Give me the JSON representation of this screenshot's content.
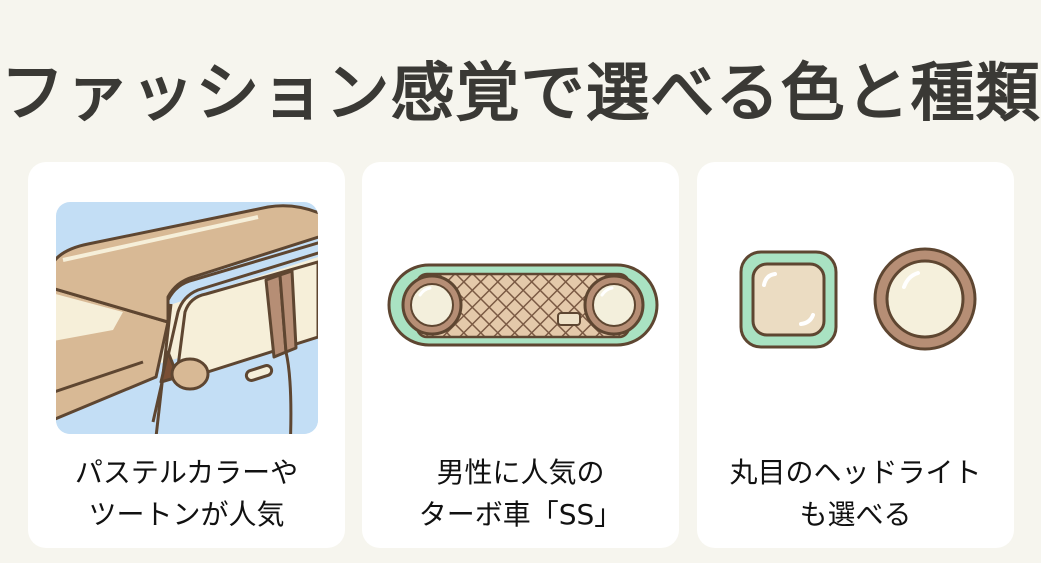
{
  "title": "ファッション感覚で選べる色と種類",
  "colors": {
    "background": "#f6f5ee",
    "card": "#ffffff",
    "title_text": "#3a3935",
    "outline_brown": "#5e4631",
    "roof_tan": "#d8b995",
    "cream": "#f6efd9",
    "sky_blue": "#c3def5",
    "mint": "#a9e2c2",
    "pillar_brown": "#b68e75"
  },
  "cards": [
    {
      "illustration": "pastel-two-tone-car-icon",
      "caption_lines": [
        "パステルカラーや",
        "ツートンが人気"
      ]
    },
    {
      "illustration": "turbo-grille-icon",
      "caption_lines": [
        "男性に人気の",
        "ターボ車「SS」"
      ]
    },
    {
      "illustration": "round-headlights-icon",
      "caption_lines": [
        "丸目のヘッドライト",
        "も選べる"
      ]
    }
  ]
}
